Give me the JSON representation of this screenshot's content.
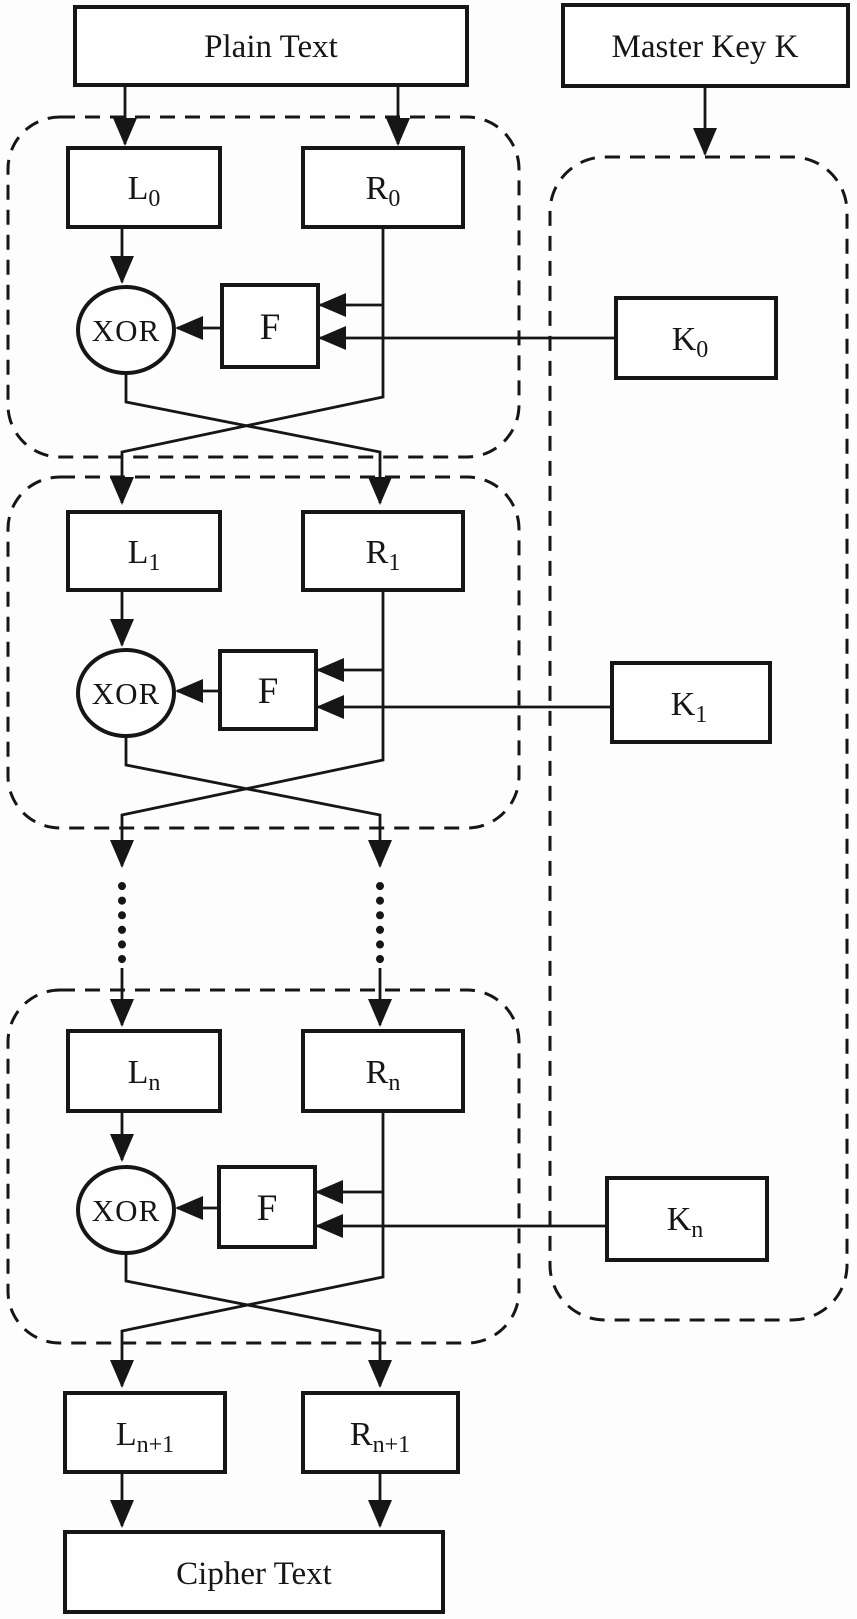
{
  "colors": {
    "ink": "#161616",
    "paper": "#fdfdfd"
  },
  "diagram": {
    "type": "feistel-cipher-block-diagram",
    "plain_text_label": "Plain Text",
    "master_key_label": "Master Key K",
    "cipher_text_label": "Cipher Text",
    "xor_label": "XOR",
    "f_label": "F",
    "rounds": [
      {
        "l_base": "L",
        "l_sub": "0",
        "r_base": "R",
        "r_sub": "0",
        "k_base": "K",
        "k_sub": "0"
      },
      {
        "l_base": "L",
        "l_sub": "1",
        "r_base": "R",
        "r_sub": "1",
        "k_base": "K",
        "k_sub": "1"
      },
      {
        "l_base": "L",
        "l_sub": "n",
        "r_base": "R",
        "r_sub": "n",
        "k_base": "K",
        "k_sub": "n"
      }
    ],
    "output": {
      "l_base": "L",
      "l_sub": "n+1",
      "r_base": "R",
      "r_sub": "n+1"
    }
  }
}
